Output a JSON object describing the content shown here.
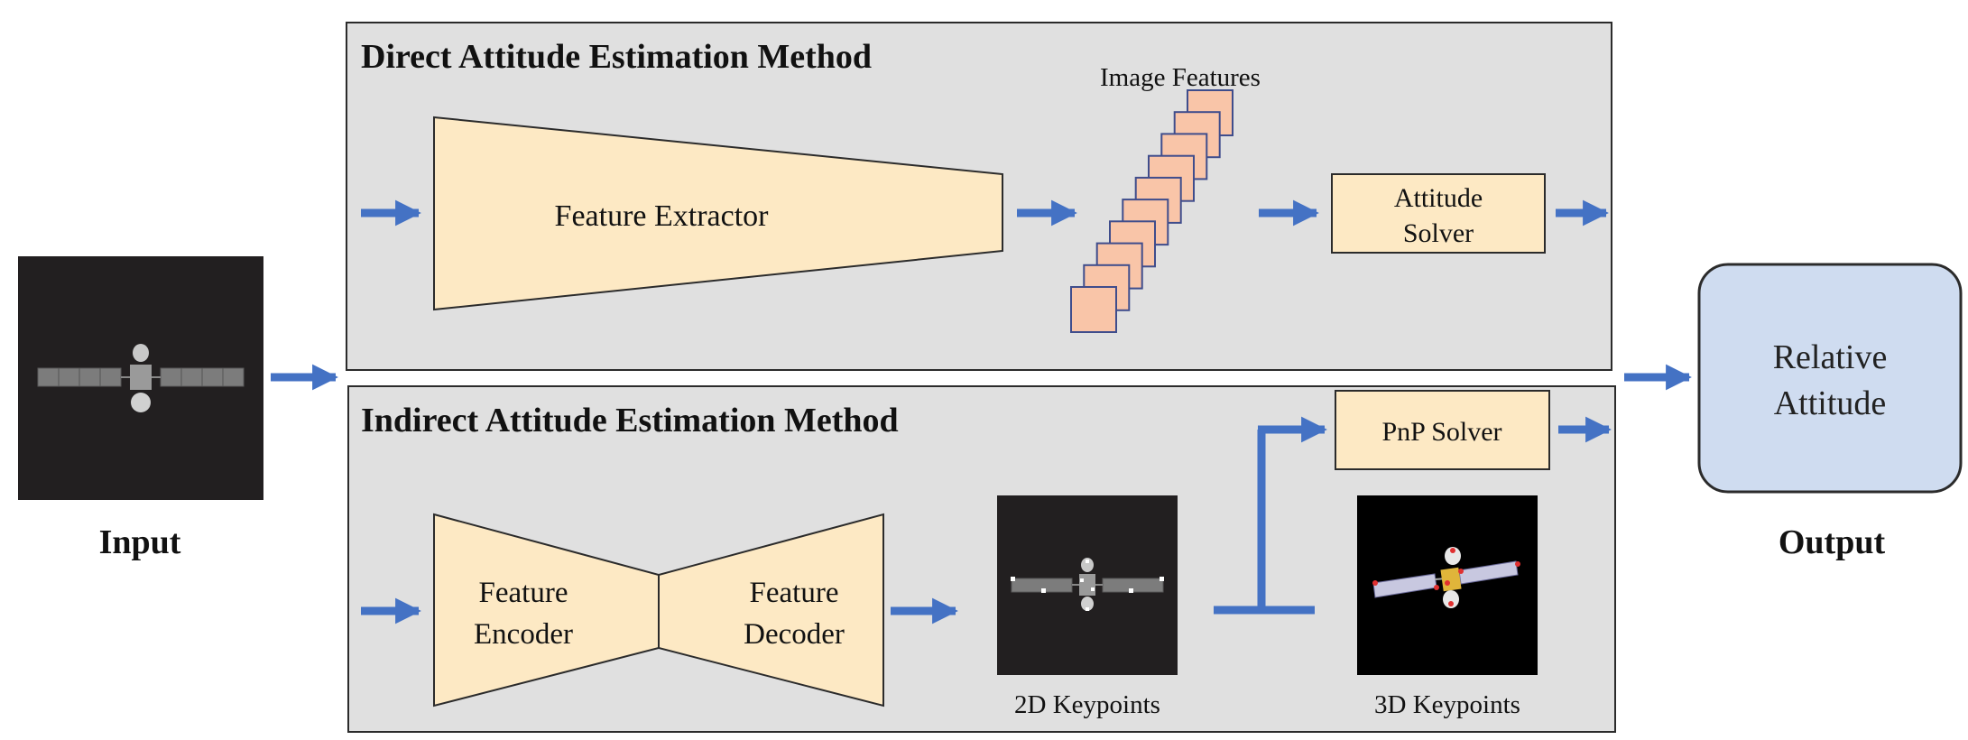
{
  "input": {
    "label": "Input"
  },
  "output": {
    "label": "Output",
    "box_line1": "Relative",
    "box_line2": "Attitude"
  },
  "direct": {
    "title": "Direct Attitude Estimation Method",
    "extractor_label": "Feature Extractor",
    "features_label": "Image Features",
    "solver_line1": "Attitude",
    "solver_line2": "Solver"
  },
  "indirect": {
    "title": "Indirect Attitude Estimation Method",
    "encoder_line1": "Feature",
    "encoder_line2": "Encoder",
    "decoder_line1": "Feature",
    "decoder_line2": "Decoder",
    "kp2d_label": "2D Keypoints",
    "kp3d_label": "3D Keypoints",
    "pnp_label": "PnP Solver"
  },
  "colors": {
    "panel_fill": "#e0e0e0",
    "block_fill": "#fde9c4",
    "feature_fill": "#f9c5a8",
    "feature_stroke": "#3f4d8c",
    "arrow": "#4472c4",
    "output_fill": "#cfdcf0"
  }
}
